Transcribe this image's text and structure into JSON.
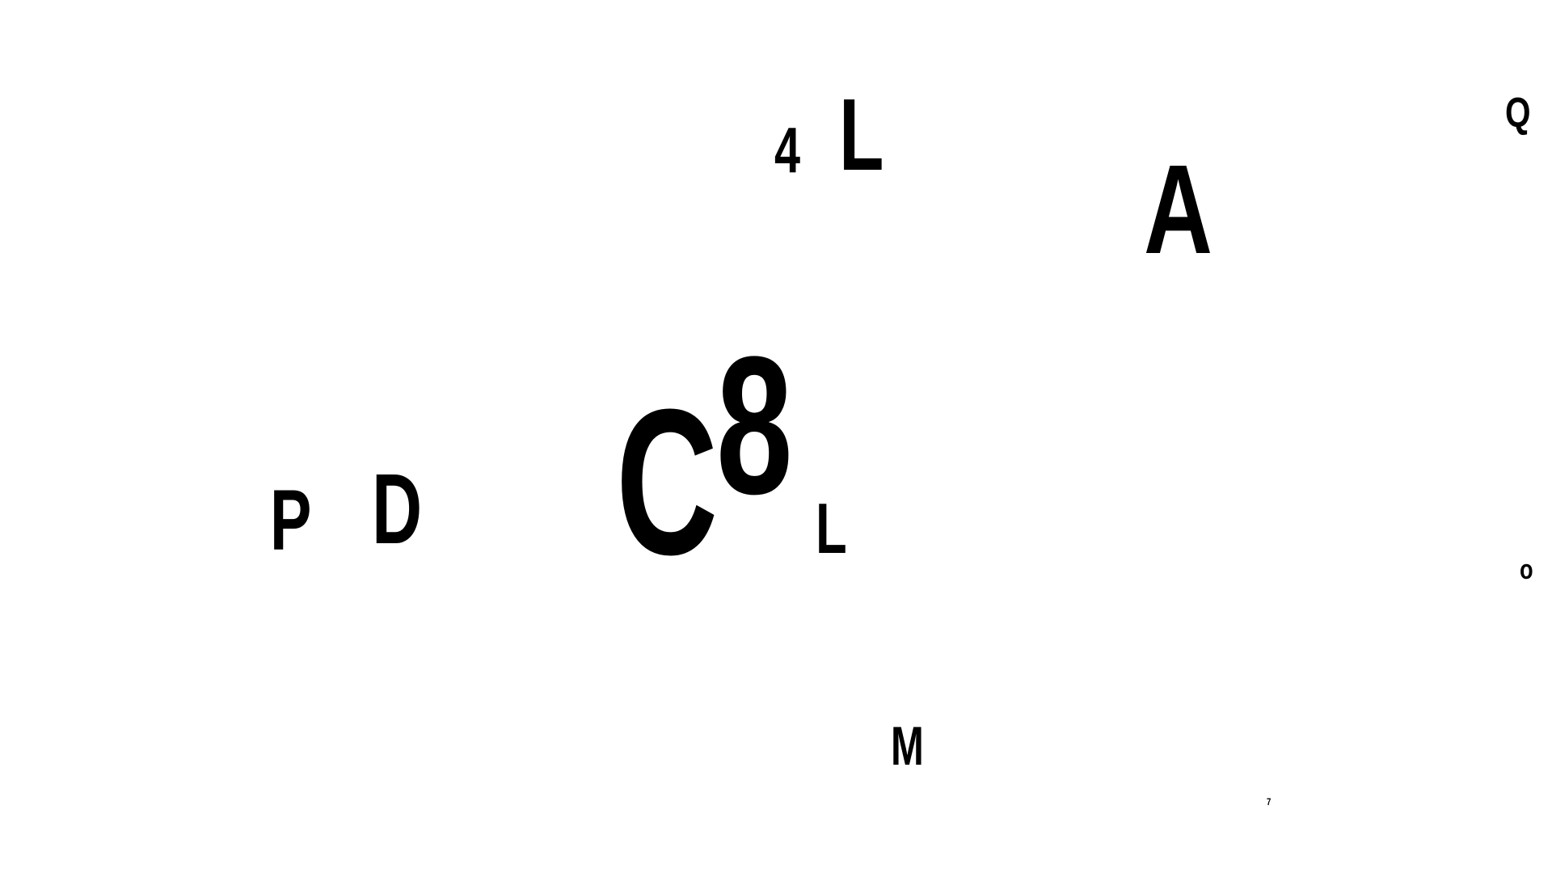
{
  "glyphs": {
    "four": "4",
    "l_top": "L",
    "a": "A",
    "q": "Q",
    "eight": "8",
    "c": "C",
    "p": "P",
    "d": "D",
    "l_mid": "L",
    "o": "o",
    "m": "M",
    "seven": "7"
  },
  "colors": {
    "background": "#ffffff",
    "text": "#000000"
  }
}
